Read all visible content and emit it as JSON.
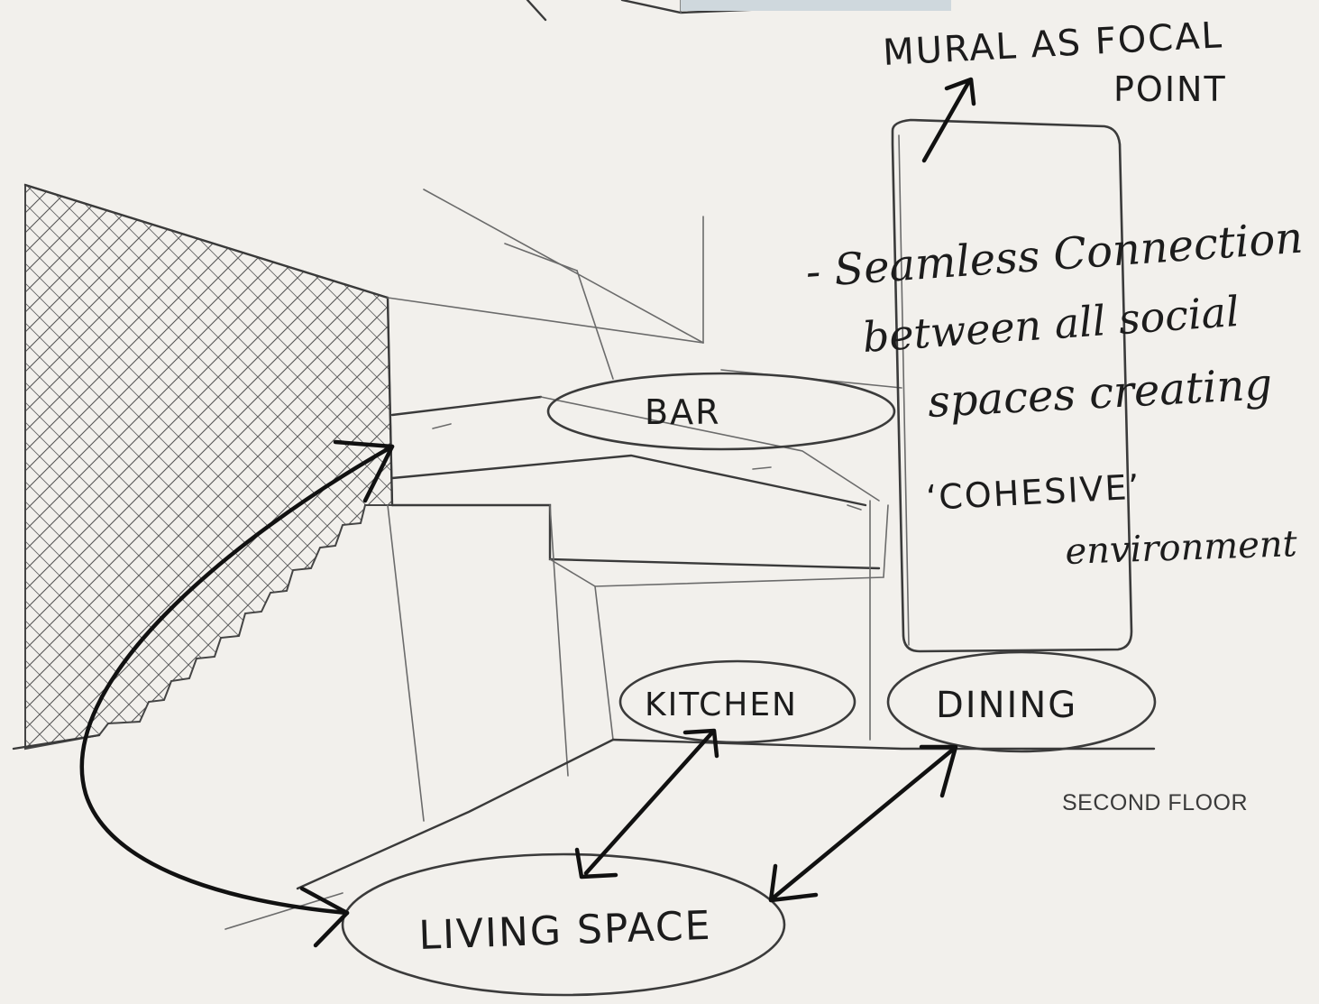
{
  "annotations": {
    "focal_title_line1": "MURAL AS FOCAL",
    "focal_title_line2": "POINT",
    "note_line1": "- Seamless Connection",
    "note_line2": "between all social",
    "note_line3": "spaces creating",
    "note_line4": "‘COHESIVE’",
    "note_line5": "environment"
  },
  "spaces": {
    "bar": "BAR",
    "kitchen": "KITCHEN",
    "dining": "DINING",
    "living": "LIVING SPACE"
  },
  "floor_label": "SECOND FLOOR"
}
